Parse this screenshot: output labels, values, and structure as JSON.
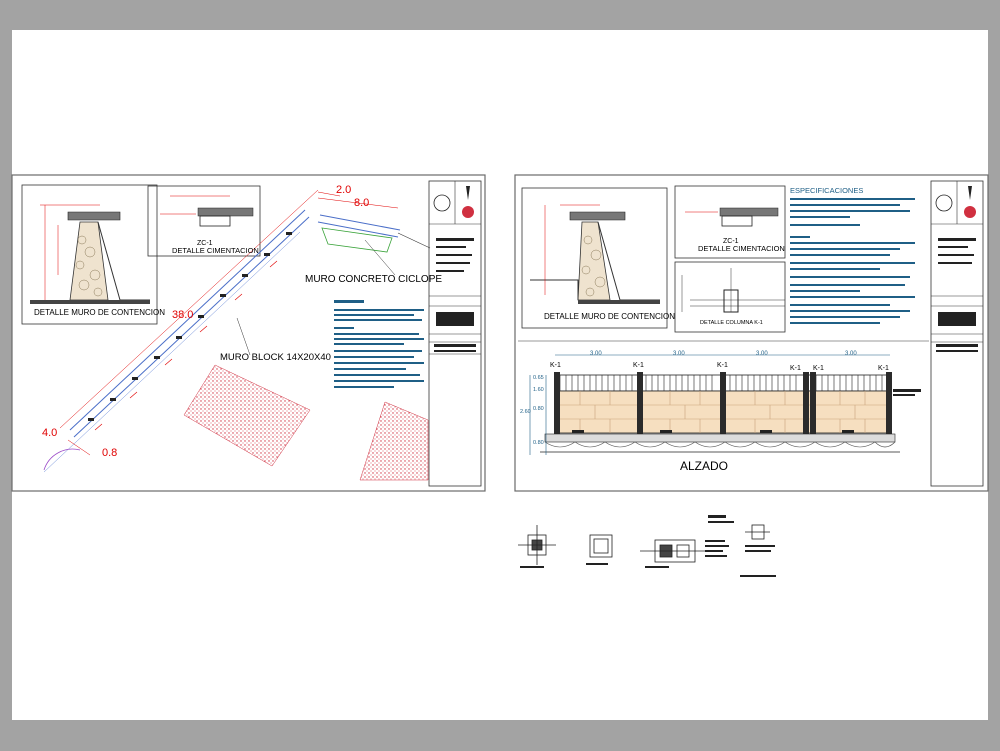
{
  "sheet1": {
    "detail_wall_title": "DETALLE MURO DE CONTENCION",
    "foundation_tag": "ZC-1",
    "foundation_title": "DETALLE CIMENTACION",
    "dim_top_short": "2.0",
    "dim_top_long": "8.0",
    "dim_main": "38.0",
    "dim_left": "4.0",
    "dim_bottom": "0.8",
    "label_cyclopean": "MURO CONCRETO CICLOPE",
    "label_block": "MURO BLOCK 14X20X40"
  },
  "sheet2": {
    "detail_wall_title": "DETALLE MURO DE CONTENCION",
    "foundation_tag": "ZC-1",
    "foundation_title": "DETALLE CIMENTACION",
    "specs_title": "ESPECIFICACIONES",
    "column_detail_label": "DETALLE COLUMNA K-1",
    "elevation_title": "ALZADO",
    "bay_dims": [
      "3.00",
      "3.00",
      "3.00",
      "3.00"
    ],
    "column_tags": [
      "K-1",
      "K-1",
      "K-1",
      "K-1",
      "K-1",
      "K-1"
    ],
    "height_dims": [
      "0.65",
      "1.60",
      "0.80",
      "0.80"
    ],
    "total_height": "2.60"
  },
  "colors": {
    "background": "#a3a3a3",
    "paper": "#ffffff",
    "dimension_red": "#e00000",
    "spec_text_blue": "#1f5f86",
    "hatch_red": "#d03040",
    "block_fill": "#f6dfc0",
    "column_dark": "#2b2b2b",
    "concrete_green": "#3aa33a"
  }
}
